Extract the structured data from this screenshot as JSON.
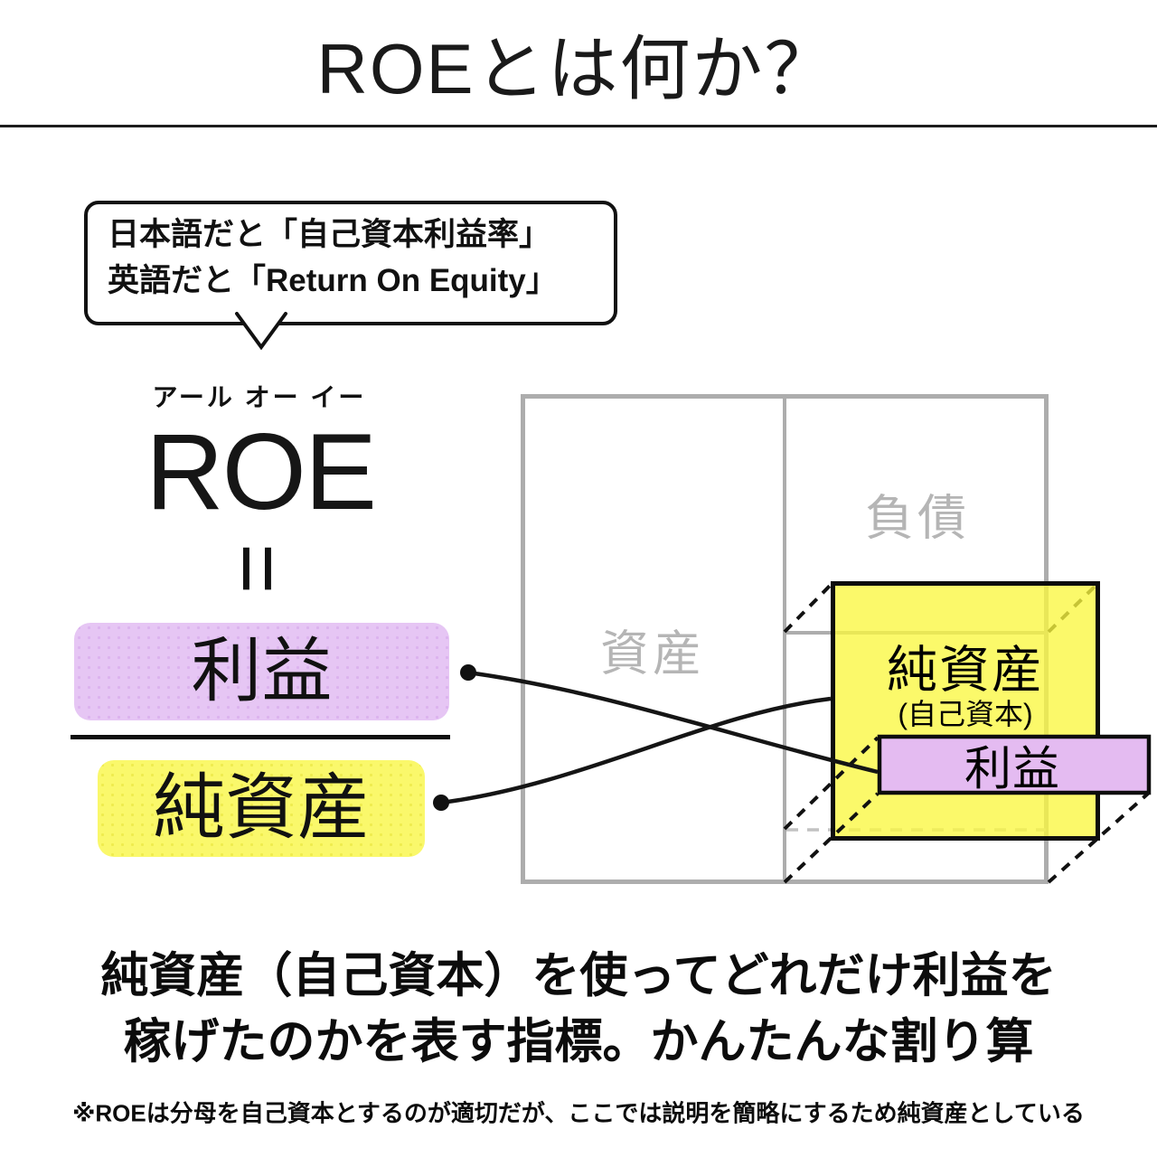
{
  "header": {
    "title": "ROEとは何か？"
  },
  "speech_bubble": {
    "line1": "日本語だと「自己資本利益率」",
    "line2": "英語だと「Return On Equity」"
  },
  "formula": {
    "furigana": "アール オー イー",
    "term": "ROE",
    "equals_symbol": "=",
    "numerator": "利益",
    "denominator": "純資産"
  },
  "balance_sheet": {
    "assets_label": "資産",
    "liabilities_label": "負債",
    "magnifier": {
      "net_assets_label": "純資産",
      "net_assets_sub_label": "(自己資本)",
      "profit_label": "利益"
    }
  },
  "description": {
    "line1": "純資産（自己資本）を使ってどれだけ利益を",
    "line2": "稼げたのかを表す指標。かんたんな割り算"
  },
  "footnote": "※ROEは分母を自己資本とするのが適切だが、ここでは説明を簡略にするため純資産としている",
  "colors": {
    "profit_fill": "#E6C6F4",
    "net_assets_fill": "#FAF86B",
    "magnifier_yellow": "#FAF740",
    "magnifier_purple": "#E4BBF1",
    "grid_gray": "#ADADAD",
    "gray_text": "#B5B5B5",
    "ink": "#111111"
  }
}
